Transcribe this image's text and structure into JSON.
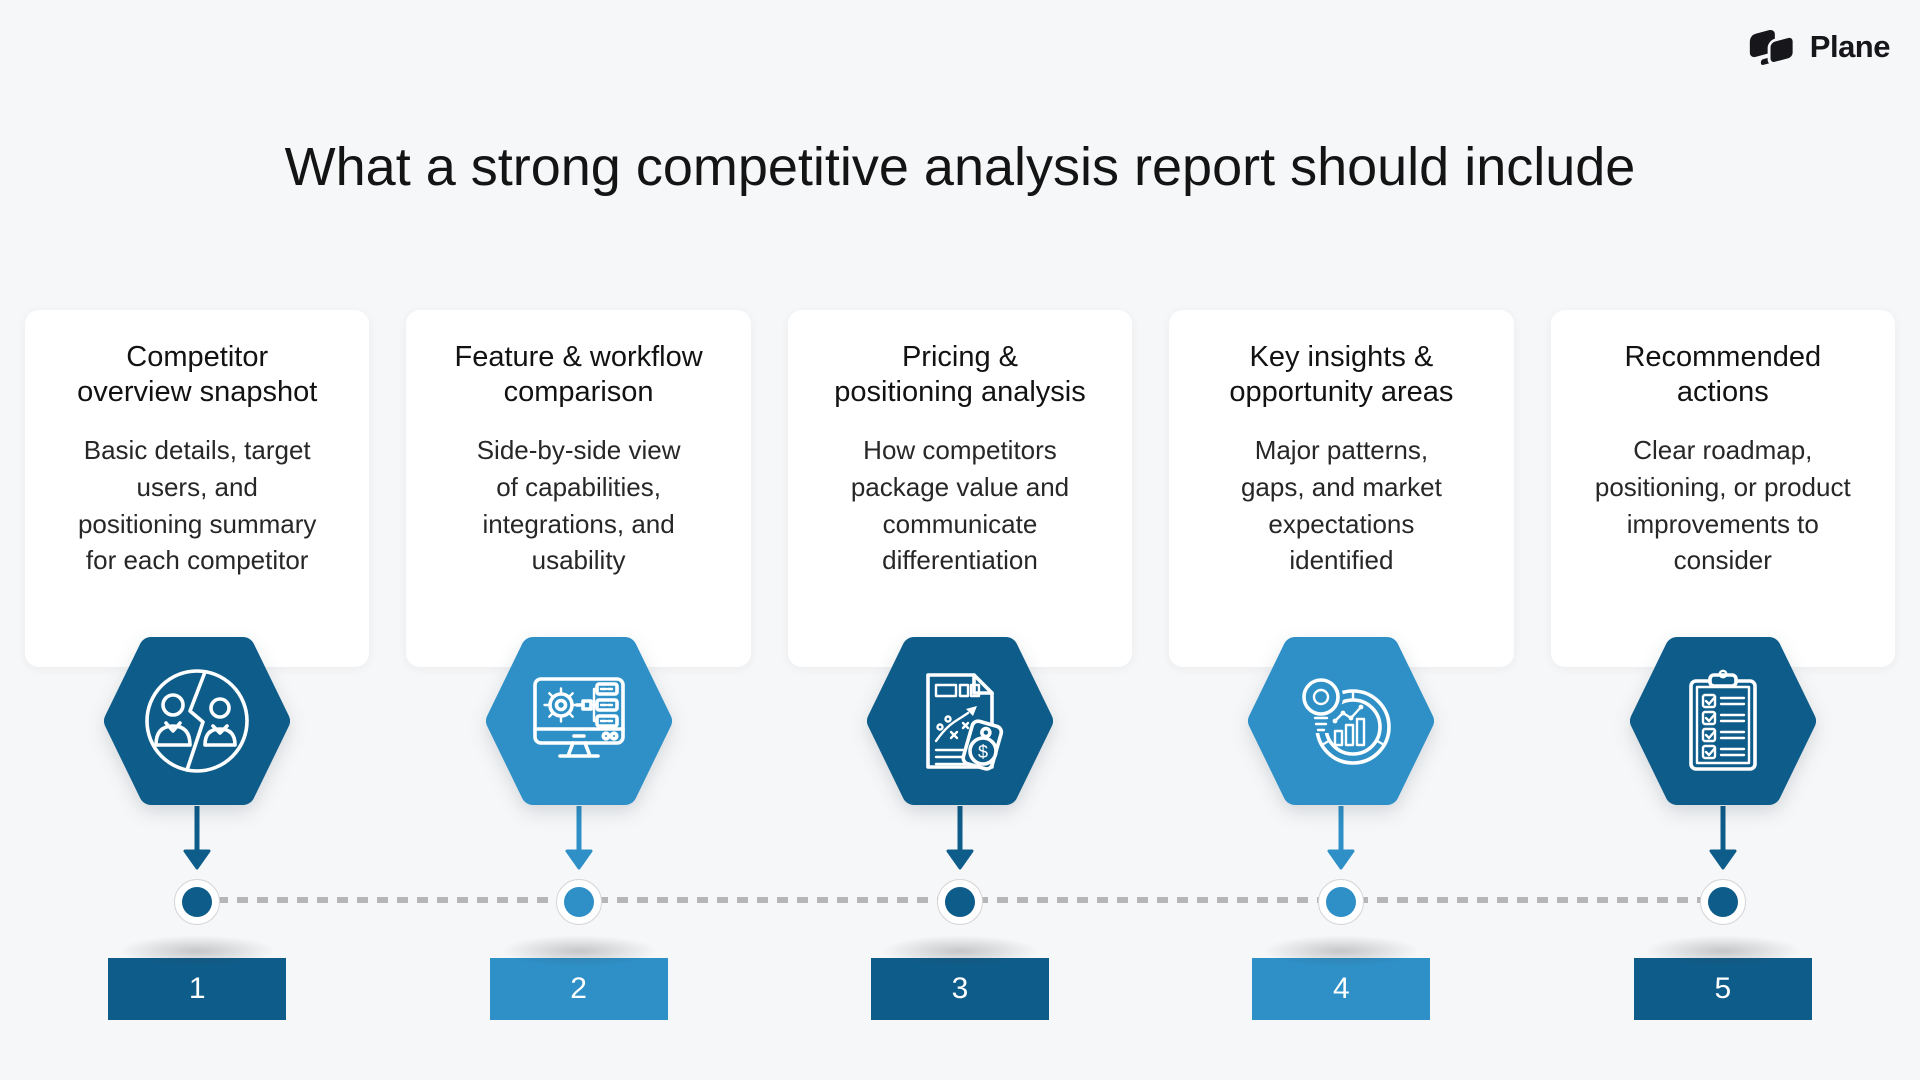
{
  "logo": {
    "brand": "Plane"
  },
  "title": "What a strong competitive analysis report should include",
  "colors": {
    "dark_blue": "#0e5c8a",
    "light_blue": "#2e90c7",
    "background": "#f6f7f8",
    "dash_gray": "#b6b6b8",
    "card_white": "#ffffff",
    "text_dark": "#141414"
  },
  "steps": [
    {
      "number": "1",
      "title": "Competitor\noverview snapshot",
      "description": "Basic details, target\nusers, and\npositioning summary\nfor each competitor",
      "tone": "dark",
      "icon": "competitor-comparison-icon"
    },
    {
      "number": "2",
      "title": "Feature & workflow\ncomparison",
      "description": "Side-by-side view\nof capabilities,\nintegrations, and\nusability",
      "tone": "light",
      "icon": "feature-workflow-monitor-icon"
    },
    {
      "number": "3",
      "title": "Pricing &\npositioning analysis",
      "description": "How competitors\npackage value and\ncommunicate\ndifferentiation",
      "tone": "dark",
      "icon": "pricing-strategy-tag-icon"
    },
    {
      "number": "4",
      "title": "Key insights &\nopportunity areas",
      "description": "Major patterns,\ngaps, and market\nexpectations\nidentified",
      "tone": "light",
      "icon": "insights-bulb-chart-icon"
    },
    {
      "number": "5",
      "title": "Recommended\nactions",
      "description": "Clear roadmap,\npositioning, or product\nimprovements to\nconsider",
      "tone": "dark",
      "icon": "checklist-clipboard-icon"
    }
  ]
}
